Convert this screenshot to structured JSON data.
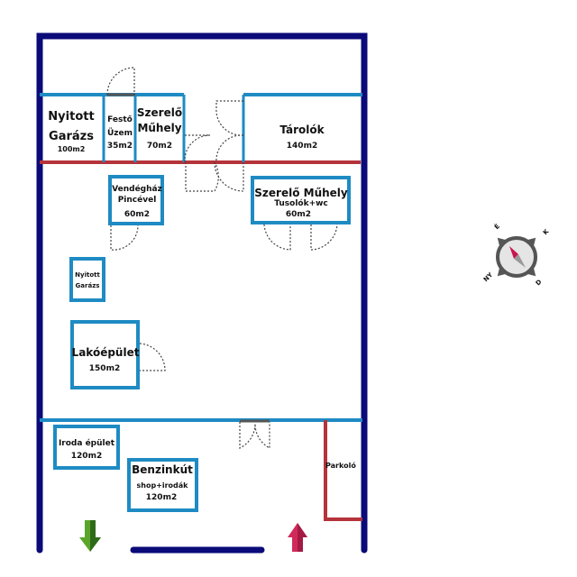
{
  "buildings": {
    "nyitott_garazs_1": {
      "line1": "Nyitott",
      "line2": "Garázs",
      "area": "100m2"
    },
    "festo_uzem": {
      "line1": "Festő",
      "line2": "Üzem",
      "area": "35m2"
    },
    "szerelo_muhely_1": {
      "line1": "Szerelő",
      "line2": "Műhely",
      "area": "70m2"
    },
    "tarolok": {
      "line1": "Tárolók",
      "area": "140m2"
    },
    "vendeghaz": {
      "line1": "Vendégház",
      "line2": "Pincével",
      "area": "60m2"
    },
    "szerelo_muhely_2": {
      "line1": "Szerelő Műhely",
      "line2": "Tusolók+wc",
      "area": "60m2"
    },
    "nyitott_garazs_2": {
      "line1": "Nyitott",
      "line2": "Garázs"
    },
    "lakoepulet": {
      "line1": "Lakóépület",
      "area": "150m2"
    },
    "iroda": {
      "line1": "Iroda épület",
      "area": "120m2"
    },
    "benzinkut": {
      "line1": "Benzinkút",
      "line2": "shop+irodák",
      "area": "120m2"
    },
    "parkolo": {
      "line1": "Parkoló"
    }
  },
  "compass": {
    "north": "É",
    "east": "K",
    "south": "D",
    "west": "NY"
  },
  "colors": {
    "wall": "#0a0a78",
    "building": "#1e8bc3",
    "boundary": "#b5333a",
    "exit_arrow": "#5ba62a",
    "entry_arrow": "#d12a5a"
  }
}
